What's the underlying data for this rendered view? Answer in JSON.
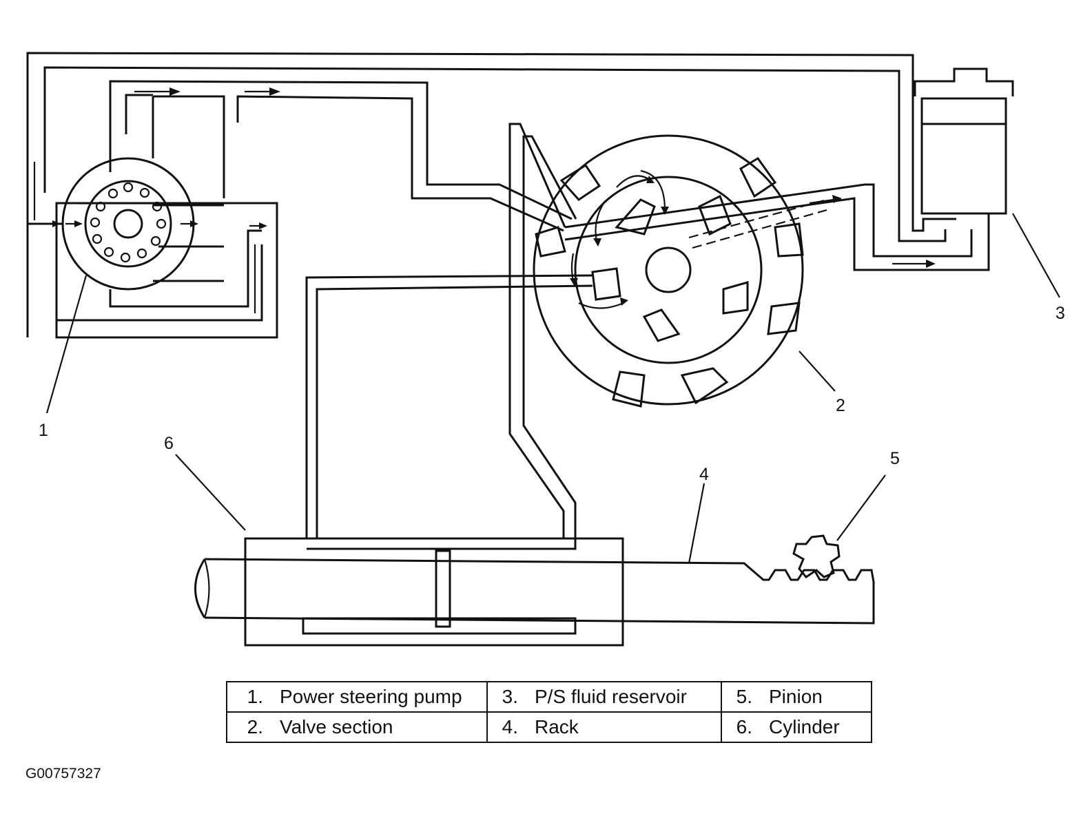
{
  "callouts": [
    "1",
    "2",
    "3",
    "4",
    "5",
    "6"
  ],
  "legend": {
    "rows": [
      [
        {
          "num": "1.",
          "text": "Power steering pump"
        },
        {
          "num": "3.",
          "text": "P/S fluid reservoir"
        },
        {
          "num": "5.",
          "text": "Pinion"
        }
      ],
      [
        {
          "num": "2.",
          "text": "Valve section"
        },
        {
          "num": "4.",
          "text": "Rack"
        },
        {
          "num": "6.",
          "text": "Cylinder"
        }
      ]
    ]
  },
  "figure_id": "G00757327"
}
